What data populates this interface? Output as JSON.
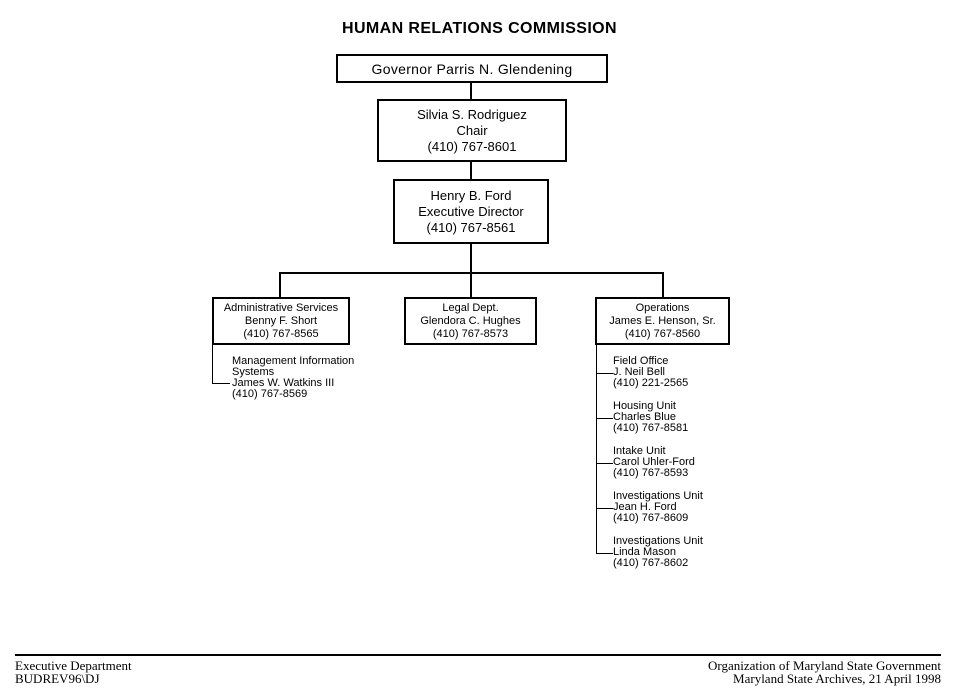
{
  "page": {
    "title": "HUMAN RELATIONS COMMISSION"
  },
  "org": {
    "governor": {
      "name": "Governor Parris N. Glendening"
    },
    "chair": {
      "name": "Silvia S. Rodriguez",
      "role": "Chair",
      "phone": "(410) 767-8601"
    },
    "director": {
      "name": "Henry B. Ford",
      "role": "Executive Director",
      "phone": "(410) 767-8561"
    },
    "divisions": [
      {
        "unit": "Administrative Services",
        "name": "Benny F. Short",
        "phone": "(410) 767-8565"
      },
      {
        "unit": "Legal Dept.",
        "name": "Glendora C. Hughes",
        "phone": "(410) 767-8573"
      },
      {
        "unit": "Operations",
        "name": "James E. Henson, Sr.",
        "phone": "(410) 767-8560"
      }
    ],
    "admin_units": [
      {
        "line1": "Management Information",
        "line2": "Systems",
        "name": "James W. Watkins III",
        "phone": "(410) 767-8569"
      }
    ],
    "operations_units": [
      {
        "unit": "Field Office",
        "name": "J. Neil Bell",
        "phone": "(410) 221-2565"
      },
      {
        "unit": "Housing Unit",
        "name": "Charles Blue",
        "phone": "(410) 767-8581"
      },
      {
        "unit": "Intake Unit",
        "name": "Carol Uhler-Ford",
        "phone": "(410) 767-8593"
      },
      {
        "unit": "Investigations Unit",
        "name": "Jean H. Ford",
        "phone": "(410) 767-8609"
      },
      {
        "unit": "Investigations Unit",
        "name": "Linda Mason",
        "phone": "(410) 767-8602"
      }
    ]
  },
  "footer": {
    "left_line1": "Executive Department",
    "left_line2": "BUDREV96\\DJ",
    "right_line1": "Organization of Maryland State Government",
    "right_line2": "Maryland State Archives, 21 April 1998"
  }
}
